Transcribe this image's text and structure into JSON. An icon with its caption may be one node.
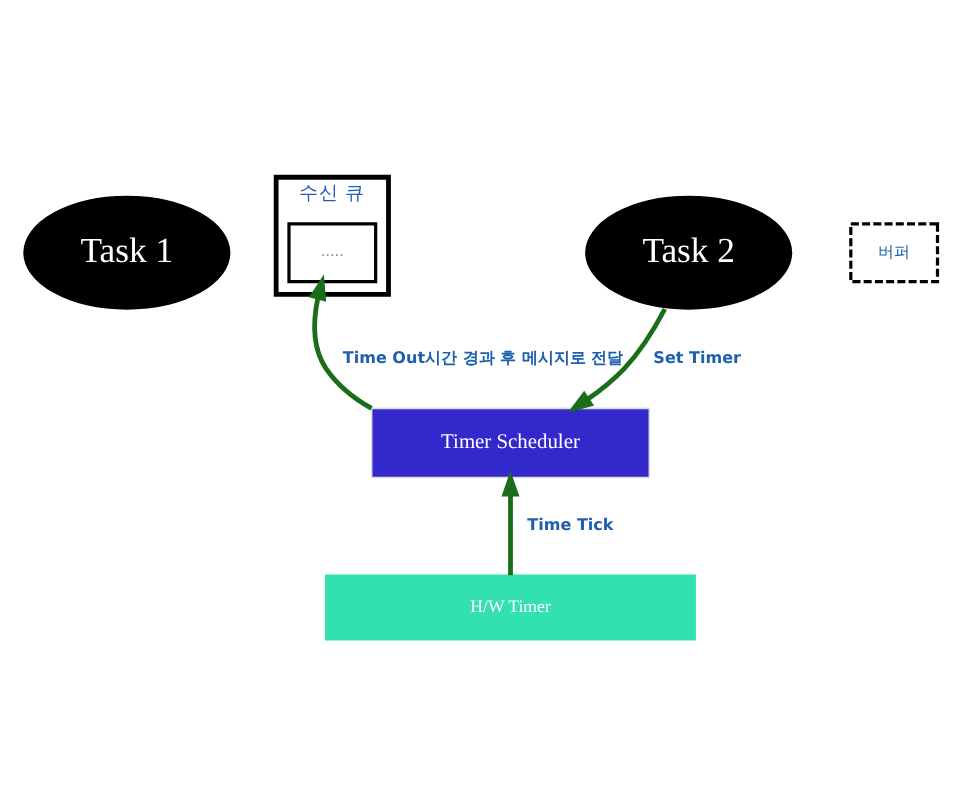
{
  "diagram": {
    "nodes": [
      {
        "text": [
          "Task 1"
        ]
      },
      {
        "text": [
          "수신 큐"
        ]
      },
      {
        "text": [
          "....."
        ],
        "in": 1
      },
      {
        "text": [
          "버퍼"
        ]
      },
      {
        "text": [
          "Task 2"
        ]
      },
      {
        "text": [
          "Timer Scheduler"
        ]
      },
      {
        "text": [
          "H/W Timer"
        ]
      }
    ],
    "edges": [
      {
        "from": 5,
        "to": 2,
        "arrow": "to",
        "label": "Time Out시간 경과 후 메시지로 전달"
      },
      {
        "from": 4,
        "to": 5,
        "arrow": "to",
        "label": "Set Timer"
      },
      {
        "from": 6,
        "to": 5,
        "arrow": "to",
        "label": "Time Tick"
      }
    ]
  }
}
